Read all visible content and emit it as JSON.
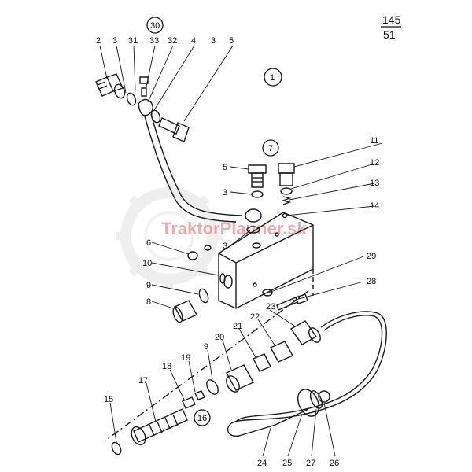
{
  "page_ref": {
    "top": "145",
    "bottom": "51"
  },
  "watermark": "TraktorPlanner.sk",
  "colors": {
    "ink": "#1a1a1a",
    "watermark": "#e06a6a",
    "gear": "#d9d9d9"
  },
  "callouts": {
    "c1": "1",
    "c2": "2",
    "c3": "3",
    "c4": "4",
    "c5": "5",
    "c6": "6",
    "c7": "7",
    "c8": "8",
    "c9": "9",
    "c10": "10",
    "c11": "11",
    "c12": "12",
    "c13": "13",
    "c14": "14",
    "c15": "15",
    "c16": "16",
    "c17": "17",
    "c18": "18",
    "c19": "19",
    "c20": "20",
    "c21": "21",
    "c22": "22",
    "c23": "23",
    "c24": "24",
    "c25": "25",
    "c26": "26",
    "c27": "27",
    "c28": "28",
    "c29": "29",
    "c30": "30",
    "c31": "31",
    "c32": "32",
    "c33": "33"
  }
}
